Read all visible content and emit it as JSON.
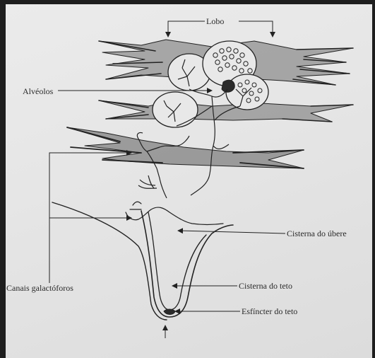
{
  "labels": {
    "lobo": "Lobo",
    "alveolos": "Alvéolos",
    "canais": "Canais galactóforos",
    "cisterna_ubere": "Cisterna do úbere",
    "cisterna_teto": "Cisterna do teto",
    "esfincter": "Esfíncter do teto"
  },
  "colors": {
    "paper": "#e8e8e8",
    "ink": "#222222",
    "frame": "#1e1e1e"
  },
  "icons": [
    "arrow-down-icon",
    "arrow-up-icon",
    "right-angle-arrow-icon"
  ]
}
